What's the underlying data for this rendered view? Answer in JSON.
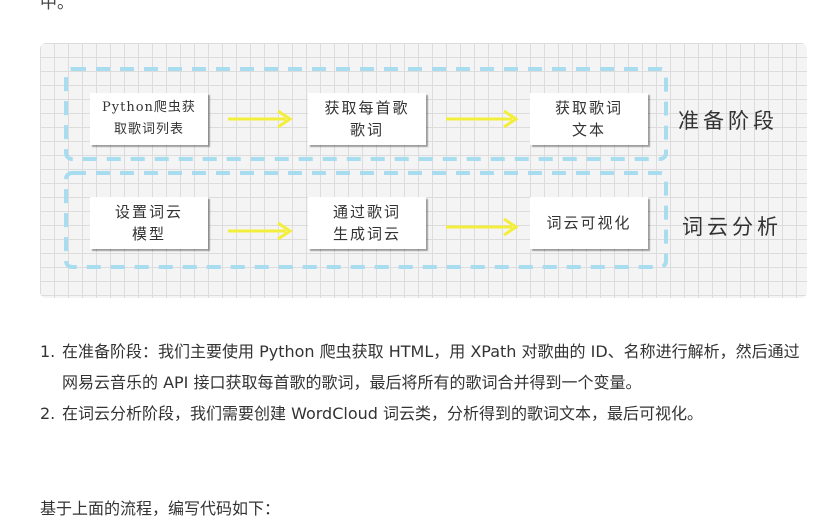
{
  "top_fragment": "中。",
  "diagram": {
    "rows": [
      {
        "boxes": [
          "Python爬虫获取歌词列表",
          "获取每首歌歌词",
          "获取歌词文本"
        ],
        "box_lines": [
          [
            "Python爬虫获",
            "取歌词列表"
          ],
          [
            "获取每首歌",
            "歌词"
          ],
          [
            "获取歌词",
            "文本"
          ]
        ],
        "stage_label": "准备阶段"
      },
      {
        "boxes": [
          "设置词云模型",
          "通过歌词生成词云",
          "词云可视化"
        ],
        "box_lines": [
          [
            "设置词云",
            "模型"
          ],
          [
            "通过歌词",
            "生成词云"
          ],
          [
            "词云可视化"
          ]
        ],
        "stage_label": "词云分析"
      }
    ],
    "colors": {
      "dash": "#a8dcef",
      "arrow": "#f3ee3c",
      "note": "#ffffff",
      "grid": "#dcdcdc"
    }
  },
  "steps": [
    {
      "num": "1.",
      "text": "在准备阶段：我们主要使用 Python 爬虫获取 HTML，用 XPath 对歌曲的 ID、名称进行解析，然后通过网易云音乐的 API 接口获取每首歌的歌词，最后将所有的歌词合并得到一个变量。"
    },
    {
      "num": "2.",
      "text": "在词云分析阶段，我们需要创建 WordCloud 词云类，分析得到的歌词文本，最后可视化。"
    }
  ],
  "tail": "基于上面的流程，编写代码如下："
}
